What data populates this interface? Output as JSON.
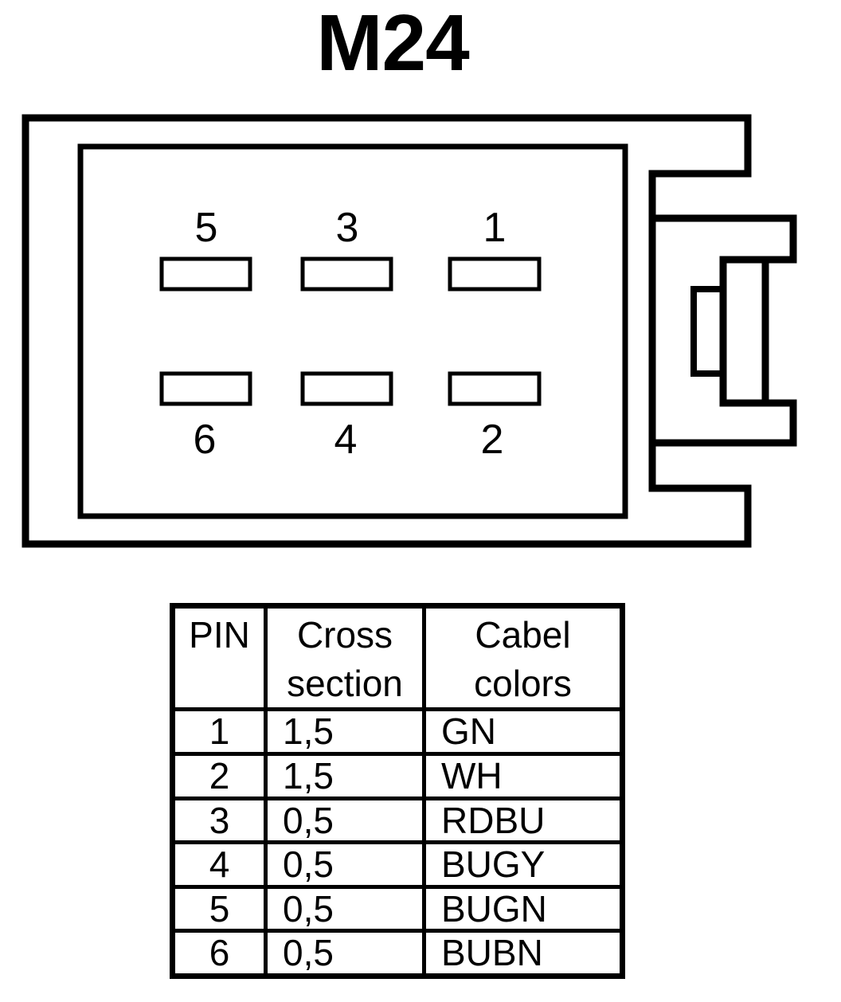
{
  "page": {
    "title": "M24",
    "background_color": "#ffffff",
    "line_color": "#000000"
  },
  "connector": {
    "pins": [
      {
        "label": "5"
      },
      {
        "label": "3"
      },
      {
        "label": "1"
      },
      {
        "label": "6"
      },
      {
        "label": "4"
      },
      {
        "label": "2"
      }
    ]
  },
  "table": {
    "headers": [
      "PIN",
      "Cross section",
      "Cabel colors"
    ],
    "rows": [
      {
        "pin": "1",
        "cross_section": "1,5",
        "cable_color": "GN"
      },
      {
        "pin": "2",
        "cross_section": "1,5",
        "cable_color": "WH"
      },
      {
        "pin": "3",
        "cross_section": "0,5",
        "cable_color": "RDBU"
      },
      {
        "pin": "4",
        "cross_section": "0,5",
        "cable_color": "BUGY"
      },
      {
        "pin": "5",
        "cross_section": "0,5",
        "cable_color": "BUGN"
      },
      {
        "pin": "6",
        "cross_section": "0,5",
        "cable_color": "BUBN"
      }
    ]
  }
}
